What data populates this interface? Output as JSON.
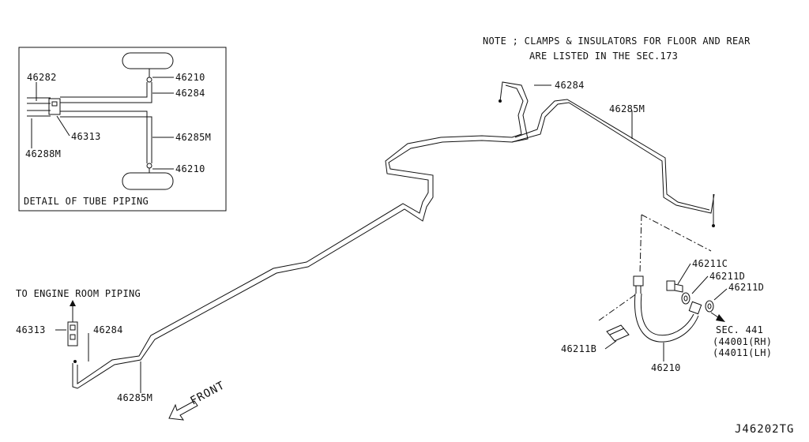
{
  "note": {
    "line1": "NOTE ; CLAMPS & INSULATORS FOR FLOOR AND REAR",
    "line2": "ARE LISTED IN THE SEC.173"
  },
  "detail": {
    "caption": "DETAIL OF TUBE PIPING",
    "labels": {
      "p46282": "46282",
      "p46210_top": "46210",
      "p46284": "46284",
      "p46313": "46313",
      "p46285m": "46285M",
      "p46288m": "46288M",
      "p46210_bottom": "46210"
    }
  },
  "main": {
    "labels": {
      "p46284_top": "46284",
      "p46285m_top": "46285M",
      "to_engine": "TO ENGINE ROOM PIPING",
      "p46313": "46313",
      "p46284_left": "46284",
      "p46285m_bottom": "46285M",
      "front": "FRONT",
      "p46211c": "46211C",
      "p46211d_a": "46211D",
      "p46211d_b": "46211D",
      "p46211b": "46211B",
      "p46210": "46210",
      "sec441": "SEC. 441",
      "rh": "(44001(RH)",
      "lh": "(44011(LH)"
    }
  },
  "diagram_id": "J46202TG"
}
